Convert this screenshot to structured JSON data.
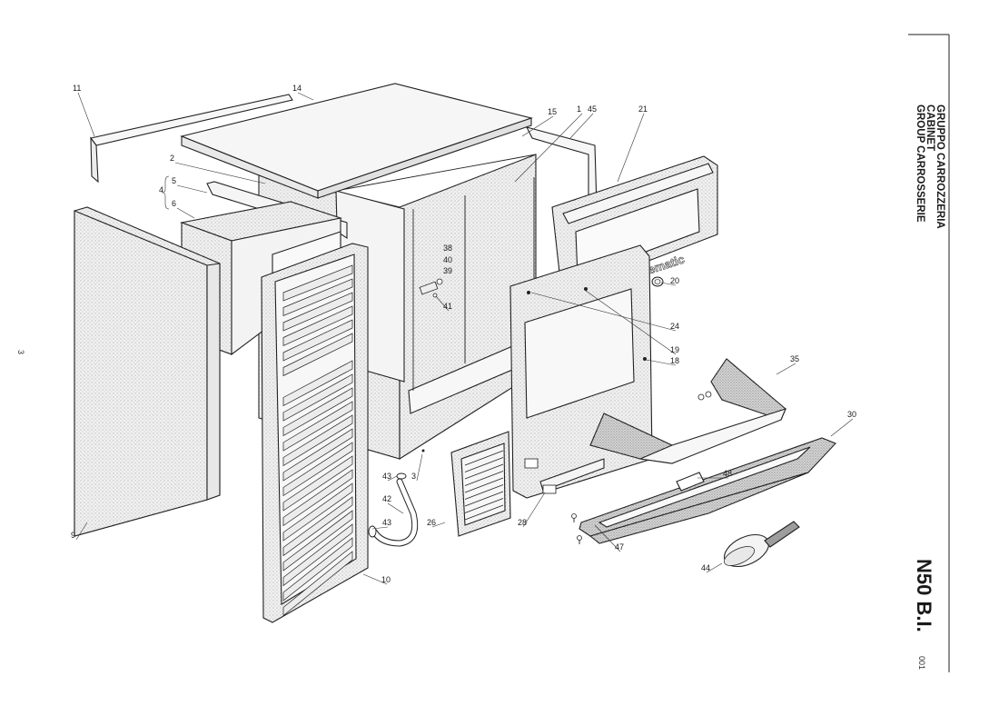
{
  "header": {
    "title_lines": [
      "GRUPPO CARROZZERIA",
      "CABINET",
      "GROUP CARROSSERIE"
    ],
    "model": "N50 B.I.",
    "page_code": "001",
    "page_number": "3",
    "brand_label": "Icematic"
  },
  "callouts": [
    {
      "label": "11"
    },
    {
      "label": "14"
    },
    {
      "label": "15"
    },
    {
      "label": "1"
    },
    {
      "label": "45"
    },
    {
      "label": "21"
    },
    {
      "label": "2"
    },
    {
      "label": "5"
    },
    {
      "label": "4"
    },
    {
      "label": "6"
    },
    {
      "label": "38"
    },
    {
      "label": "40"
    },
    {
      "label": "39"
    },
    {
      "label": "41"
    },
    {
      "label": "20"
    },
    {
      "label": "24"
    },
    {
      "label": "19"
    },
    {
      "label": "18"
    },
    {
      "label": "35"
    },
    {
      "label": "30"
    },
    {
      "label": "48"
    },
    {
      "label": "43"
    },
    {
      "label": "3"
    },
    {
      "label": "42"
    },
    {
      "label": "43"
    },
    {
      "label": "26"
    },
    {
      "label": "28"
    },
    {
      "label": "47"
    },
    {
      "label": "44"
    },
    {
      "label": "9"
    },
    {
      "label": "10"
    }
  ],
  "colors": {
    "ink": "#222222",
    "panel_fill": "#f3f3f3",
    "stipple_fill": "#dcdcdc",
    "dark_stipple": "#b9b9b9"
  }
}
